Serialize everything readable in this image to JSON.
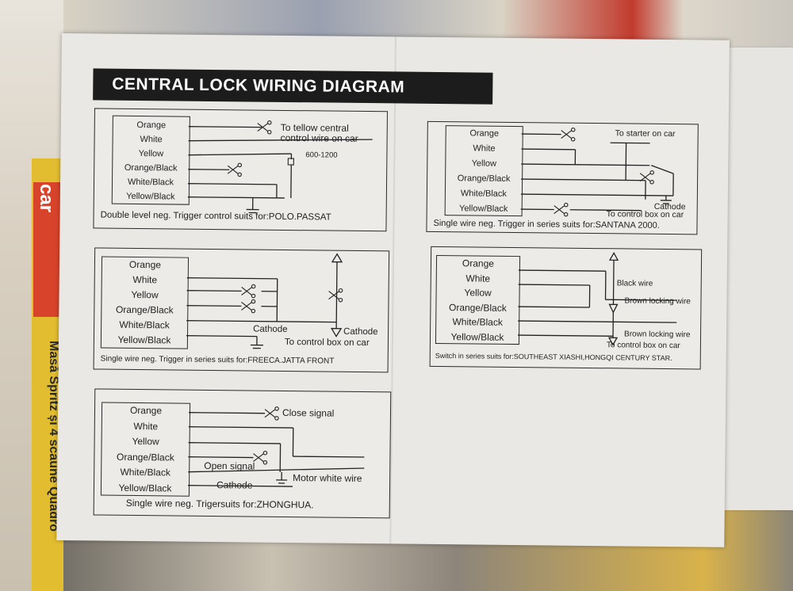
{
  "title": "CENTRAL LOCK WIRING DIAGRAM",
  "wire_colors": [
    "Orange",
    "White",
    "Yellow",
    "Orange/Black",
    "White/Black",
    "Yellow/Black"
  ],
  "diagrams": [
    {
      "caption": "Double level neg. Trigger control suits for:POLO.PASSAT",
      "notes": [
        "To tellow central",
        "control wire on car",
        "600-1200"
      ]
    },
    {
      "caption": "Single wire neg. Trigger in series suits for:SANTANA 2000.",
      "notes": [
        "To starter on car",
        "Cathode",
        "To control box on car"
      ]
    },
    {
      "caption": "Single wire neg. Trigger in series suits for:FREECA.JATTA FRONT",
      "notes": [
        "Cathode",
        "Cathode",
        "To control box on car"
      ]
    },
    {
      "caption": "Switch in series suits for:SOUTHEAST XIASHI,HONGQI CENTURY STAR.",
      "notes": [
        "Black wire",
        "Brown locking wire",
        "Brown locking wire",
        "To control box on car"
      ]
    },
    {
      "caption": "Single wire neg. Trigersuits for:ZHONGHUA.",
      "notes": [
        "Close signal",
        "Open signal",
        "Cathode",
        "Motor white wire"
      ]
    }
  ],
  "background": {
    "magazine_red": "car",
    "magazine_yellow": "Masă Spritz și 4 scaune Quadro"
  }
}
